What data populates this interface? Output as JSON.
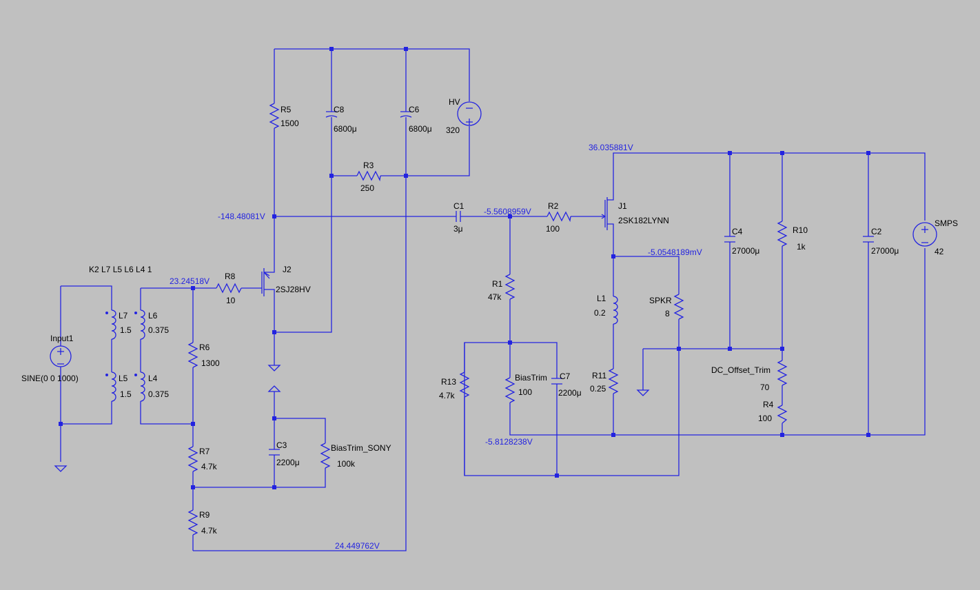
{
  "components": {
    "R5": {
      "name": "R5",
      "value": "1500"
    },
    "C8": {
      "name": "C8",
      "value": "6800μ"
    },
    "C6": {
      "name": "C6",
      "value": "6800μ"
    },
    "HV": {
      "name": "HV",
      "value": "320"
    },
    "R3": {
      "name": "R3",
      "value": "250"
    },
    "C1": {
      "name": "C1",
      "value": "3μ"
    },
    "R2": {
      "name": "R2",
      "value": "100"
    },
    "J1": {
      "name": "J1",
      "value": "2SK182LYNN"
    },
    "C4": {
      "name": "C4",
      "value": "27000μ"
    },
    "R10": {
      "name": "R10",
      "value": "1k"
    },
    "C2": {
      "name": "C2",
      "value": "27000μ"
    },
    "SMPS": {
      "name": "SMPS",
      "value": "42"
    },
    "J2": {
      "name": "J2",
      "value": "2SJ28HV"
    },
    "R8": {
      "name": "R8",
      "value": "10"
    },
    "R1": {
      "name": "R1",
      "value": "47k"
    },
    "L1": {
      "name": "L1",
      "value": "0.2"
    },
    "SPKR": {
      "name": "SPKR",
      "value": "8"
    },
    "L7": {
      "name": "L7",
      "value": "1.5"
    },
    "L6": {
      "name": "L6",
      "value": "0.375"
    },
    "L5": {
      "name": "L5",
      "value": "1.5"
    },
    "L4": {
      "name": "L4",
      "value": "0.375"
    },
    "Input1": {
      "name": "Input1",
      "value": "SINE(0 0 1000)"
    },
    "R6": {
      "name": "R6",
      "value": "1300"
    },
    "R13": {
      "name": "R13",
      "value": "4.7k"
    },
    "BiasTrim": {
      "name": "BiasTrim",
      "value": "100"
    },
    "C7": {
      "name": "C7",
      "value": "2200μ"
    },
    "R11": {
      "name": "R11",
      "value": "0.25"
    },
    "DC_Offset_Trim": {
      "name": "DC_Offset_Trim",
      "value": "70"
    },
    "R4": {
      "name": "R4",
      "value": "100"
    },
    "R7": {
      "name": "R7",
      "value": "4.7k"
    },
    "C3": {
      "name": "C3",
      "value": "2200μ"
    },
    "BiasTrim_SONY": {
      "name": "BiasTrim_SONY",
      "value": "100k"
    },
    "R9": {
      "name": "R9",
      "value": "4.7k"
    }
  },
  "directive": "K2 L7 L5 L6 L4 1",
  "voltages": {
    "v_36": "36.035881V",
    "v_148": "-148.48081V",
    "v_556": "-5.5608959V",
    "v_505": "-5.0548189mV",
    "v_232": "23.24518V",
    "v_581": "-5.8128238V",
    "v_244": "24.449762V"
  }
}
